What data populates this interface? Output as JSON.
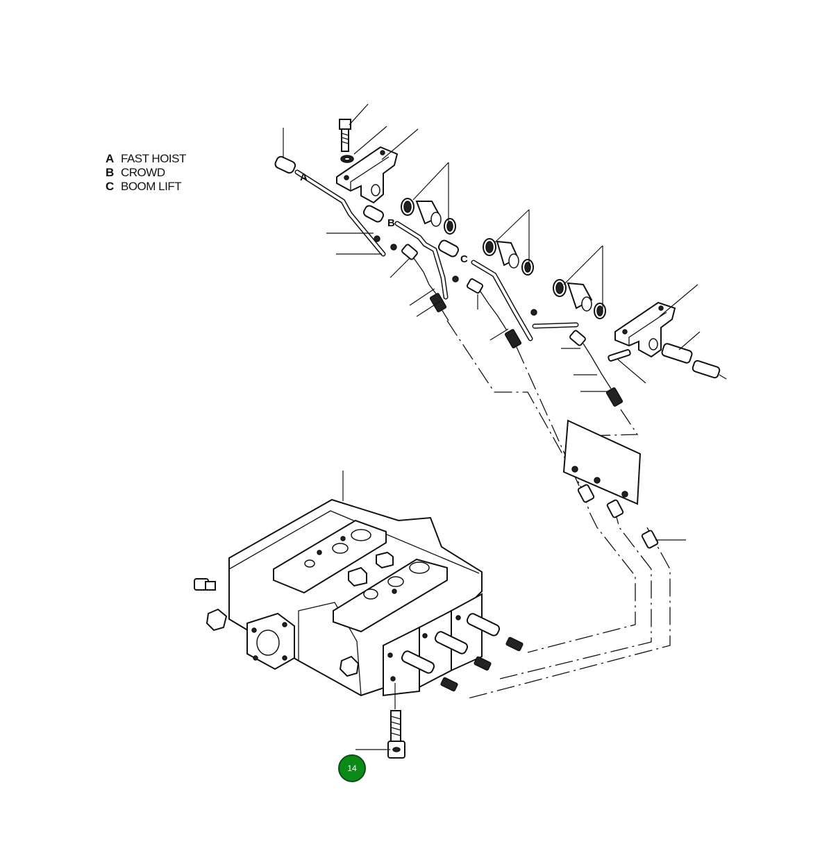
{
  "legend": [
    {
      "key": "A",
      "label": "FAST HOIST"
    },
    {
      "key": "B",
      "label": "CROWD"
    },
    {
      "key": "C",
      "label": "BOOM  LIFT"
    }
  ],
  "lever_labels": {
    "a": "A",
    "b": "B",
    "c": "C"
  },
  "callouts": [
    {
      "number": "14",
      "color": "#0b8a17"
    }
  ]
}
